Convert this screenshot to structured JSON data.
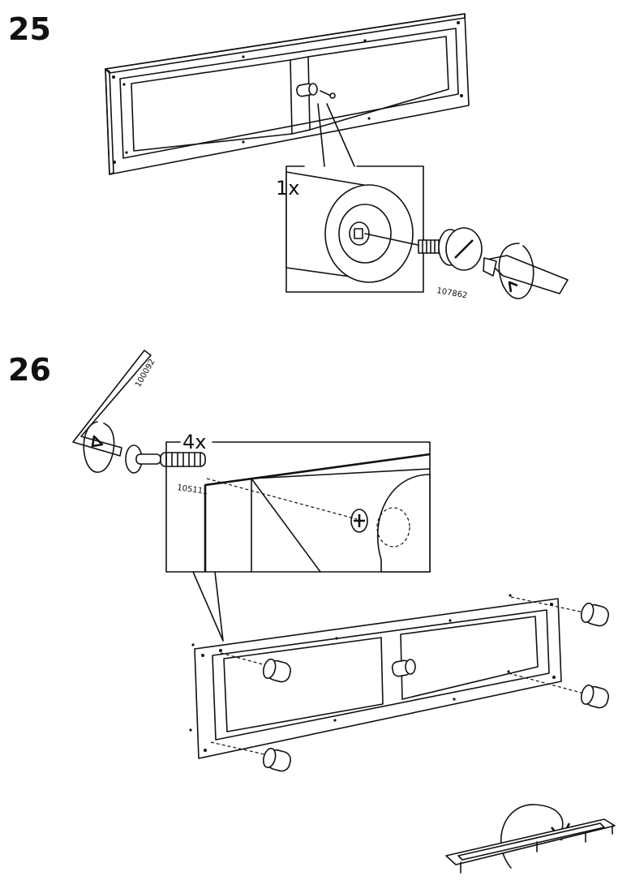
{
  "steps": [
    {
      "number": "25",
      "callout_quantity": "1x",
      "part_number": "107862"
    },
    {
      "number": "26",
      "tool_part_number": "100092",
      "callout_quantity": "4x",
      "part_number": "105111"
    }
  ]
}
